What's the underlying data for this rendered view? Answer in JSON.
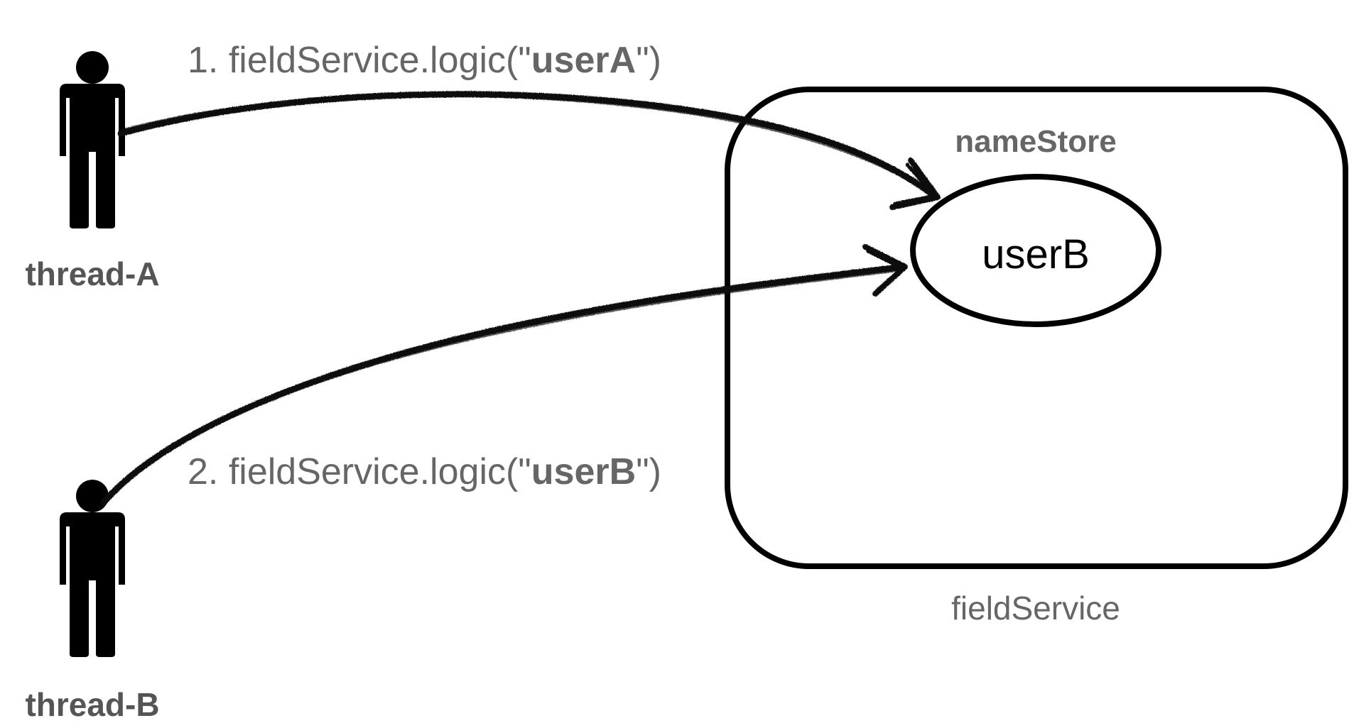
{
  "threads": [
    {
      "id": "thread-a",
      "label": "thread-A"
    },
    {
      "id": "thread-b",
      "label": "thread-B"
    }
  ],
  "calls": [
    {
      "prefix": "1. fieldService.logic(\"",
      "arg": "userA",
      "suffix": "\")"
    },
    {
      "prefix": "2. fieldService.logic(\"",
      "arg": "userB",
      "suffix": "\")"
    }
  ],
  "service": {
    "label": "fieldService"
  },
  "store": {
    "label": "nameStore",
    "value": "userB"
  },
  "colors": {
    "label_gray": "#666666",
    "ink": "#000000"
  }
}
